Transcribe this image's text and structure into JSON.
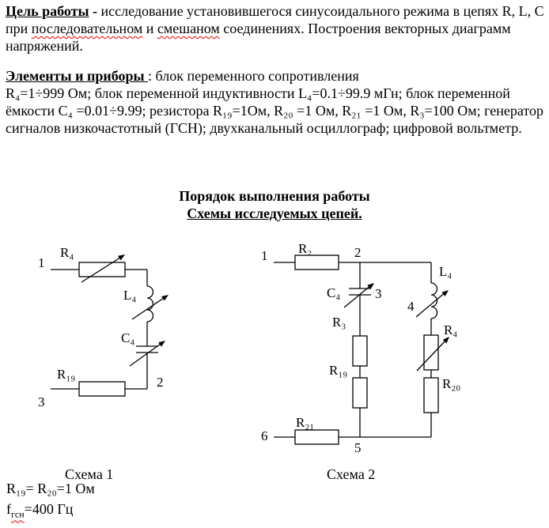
{
  "colors": {
    "paper": "#ffffff",
    "ink": "#000000",
    "spellcheck_squiggle": "#e60000"
  },
  "goal": {
    "heading": "Цель работы",
    "sep": " - ",
    "text_a": "исследование установившегося синусоидального режима в цепях R, L, C при ",
    "word_seq": "последовательном",
    "text_b": " и ",
    "word_mixed": "смешаном",
    "text_c": " соединениях. Построения векторных  диаграмм напряжений."
  },
  "equipment": {
    "heading": "Элементы и приборы ",
    "intro": " : блок переменного сопротивления",
    "body": "R₄=1÷999 Ом; блок переменной индуктивности L₄=0.1÷99.9 мГн; блок переменной ёмкости C₄ =0.01÷9.99; резистора R₁₉=1Ом, R₂₀ =1 Ом, R₂₁ =1 Ом, R₃=100 Ом; генератор сигналов низкочастотный (ГСН); двухканальный осциллограф; цифровой вольтметр."
  },
  "order_heading": "Порядок выполнения работы",
  "schemes_heading": "Схемы исследуемых цепей.",
  "schema1": {
    "caption": "Схема 1",
    "terminals": {
      "t1": "1",
      "t2": "2",
      "t3": "3"
    },
    "labels": {
      "r4": "R₄",
      "l4": "L₄",
      "c4": "C₄",
      "r19": "R₁₉"
    }
  },
  "schema2": {
    "caption": "Схема 2",
    "terminals": {
      "t1": "1",
      "t2": "2",
      "t3": "3",
      "t4": "4",
      "t5": "5",
      "t6": "6"
    },
    "labels": {
      "r2": "R₂",
      "c4": "C₄",
      "l4": "L₄",
      "r3": "R₃",
      "r4": "R₄",
      "r19": "R₁₉",
      "r20": "R₂₀",
      "r21": "R₂₁"
    }
  },
  "footer": {
    "resistors": "R₁₉= R₂₀=1 Ом",
    "freq_base": "f",
    "freq_sub": "гсн",
    "freq_rest": "=400 Гц"
  }
}
